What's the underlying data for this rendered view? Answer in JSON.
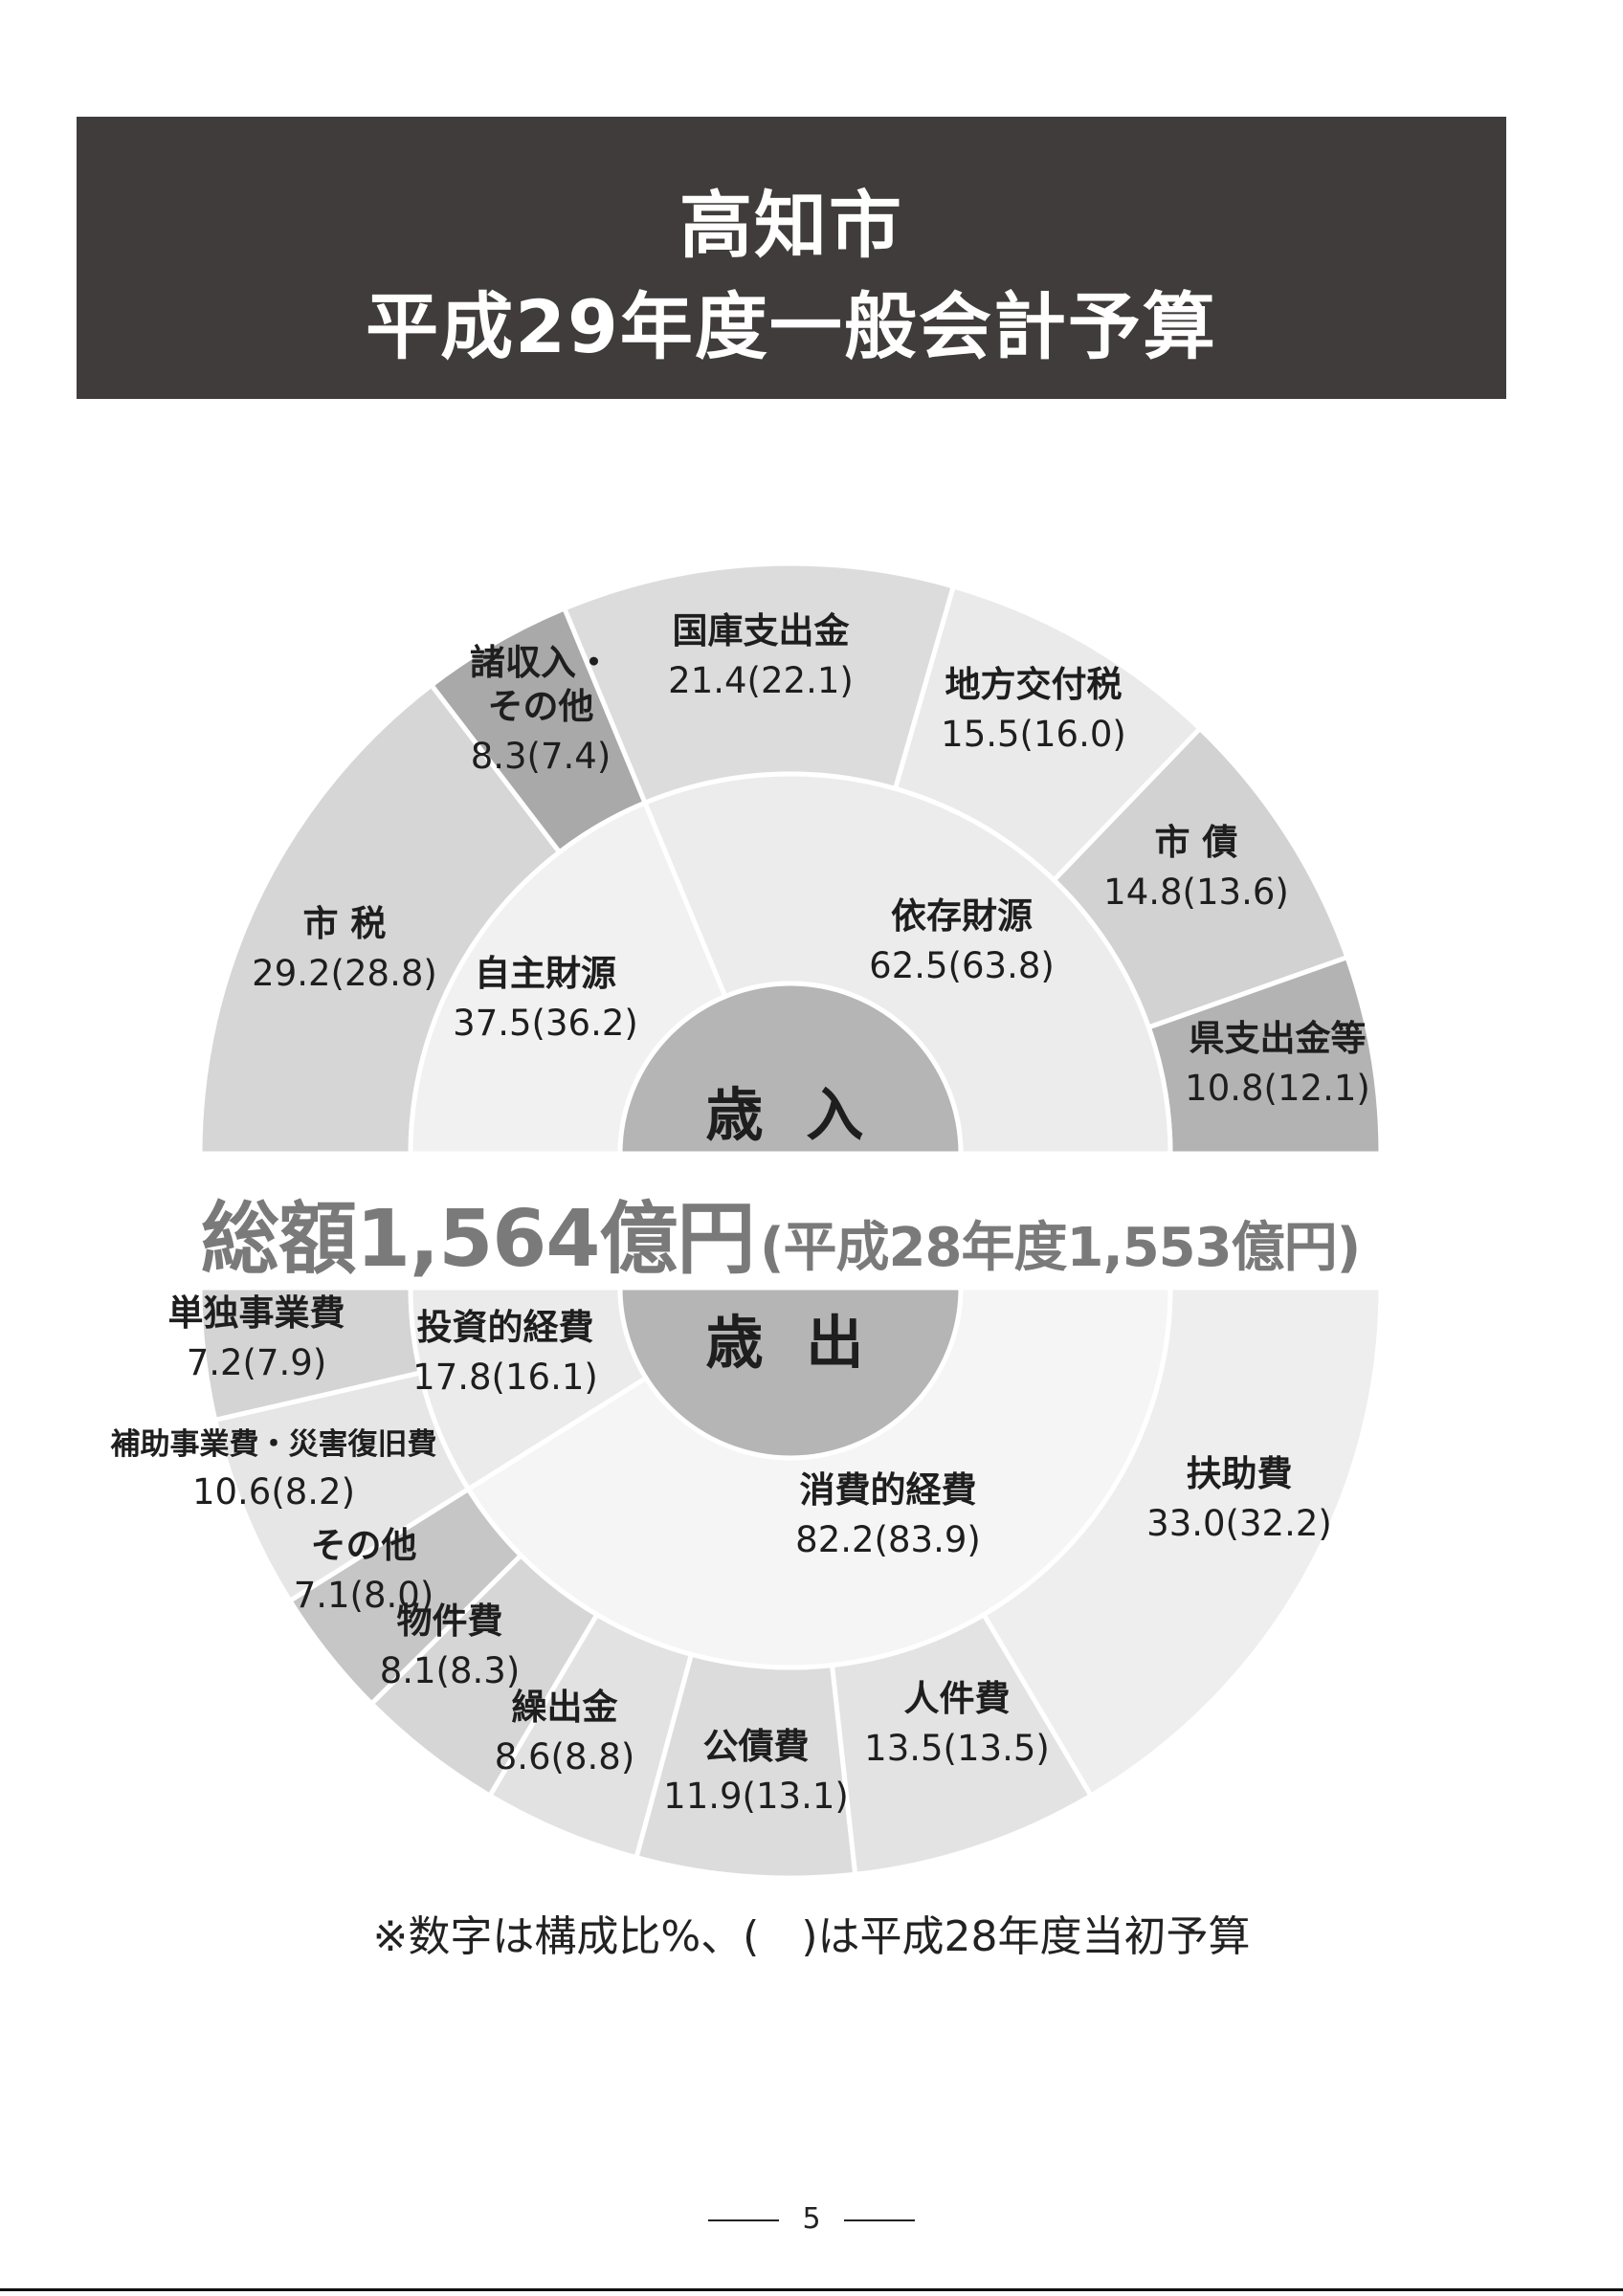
{
  "title": {
    "line1": "高知市",
    "line2": "平成29年度一般会計予算"
  },
  "total": {
    "main": "総額1,564億円",
    "previous": "(平成28年度1,553億円)"
  },
  "note": "※数字は構成比%、(　)は平成28年度当初予算",
  "page_number": "5",
  "chart_data": [
    {
      "type": "pie",
      "name": "歳入",
      "center_label": "歳 入",
      "inner": [
        {
          "label": "自主財源",
          "value": 37.5,
          "previous": 36.2,
          "value_text": "37.5(36.2)",
          "color": "#f1f1f1"
        },
        {
          "label": "依存財源",
          "value": 62.5,
          "previous": 63.8,
          "value_text": "62.5(63.8)",
          "color": "#ececec"
        }
      ],
      "outer": [
        {
          "label": "市 税",
          "value": 29.2,
          "previous": 28.8,
          "value_text": "29.2(28.8)",
          "color": "#d6d6d6"
        },
        {
          "label": "諸収入・その他",
          "value": 8.3,
          "previous": 7.4,
          "value_text": "8.3(7.4)",
          "color": "#a9a9a9"
        },
        {
          "label": "国庫支出金",
          "value": 21.4,
          "previous": 22.1,
          "value_text": "21.4(22.1)",
          "color": "#dcdcdc"
        },
        {
          "label": "地方交付税",
          "value": 15.5,
          "previous": 16.0,
          "value_text": "15.5(16.0)",
          "color": "#eaeaea"
        },
        {
          "label": "市 債",
          "value": 14.8,
          "previous": 13.6,
          "value_text": "14.8(13.6)",
          "color": "#d2d2d2"
        },
        {
          "label": "県支出金等",
          "value": 10.8,
          "previous": 12.1,
          "value_text": "10.8(12.1)",
          "color": "#b3b3b3"
        }
      ]
    },
    {
      "type": "pie",
      "name": "歳出",
      "center_label": "歳 出",
      "inner": [
        {
          "label": "投資的経費",
          "value": 17.8,
          "previous": 16.1,
          "value_text": "17.8(16.1)",
          "color": "#ebebeb"
        },
        {
          "label": "消費的経費",
          "value": 82.2,
          "previous": 83.9,
          "value_text": "82.2(83.9)",
          "color": "#f5f5f5"
        }
      ],
      "outer": [
        {
          "label": "単独事業費",
          "value": 7.2,
          "previous": 7.9,
          "value_text": "7.2(7.9)",
          "color": "#d4d4d4"
        },
        {
          "label": "補助事業費・災害復旧費",
          "value": 10.6,
          "previous": 8.2,
          "value_text": "10.6(8.2)",
          "color": "#e6e6e6"
        },
        {
          "label": "その他",
          "value": 7.1,
          "previous": 8.0,
          "value_text": "7.1(8.0)",
          "color": "#c6c6c6"
        },
        {
          "label": "物件費",
          "value": 8.1,
          "previous": 8.3,
          "value_text": "8.1(8.3)",
          "color": "#d6d6d6"
        },
        {
          "label": "繰出金",
          "value": 8.6,
          "previous": 8.8,
          "value_text": "8.6(8.8)",
          "color": "#e2e2e2"
        },
        {
          "label": "公債費",
          "value": 11.9,
          "previous": 13.1,
          "value_text": "11.9(13.1)",
          "color": "#dcdcdc"
        },
        {
          "label": "人件費",
          "value": 13.5,
          "previous": 13.5,
          "value_text": "13.5(13.5)",
          "color": "#e3e3e3"
        },
        {
          "label": "扶助費",
          "value": 33.0,
          "previous": 32.2,
          "value_text": "33.0(32.2)",
          "color": "#eeeeee"
        }
      ]
    }
  ]
}
